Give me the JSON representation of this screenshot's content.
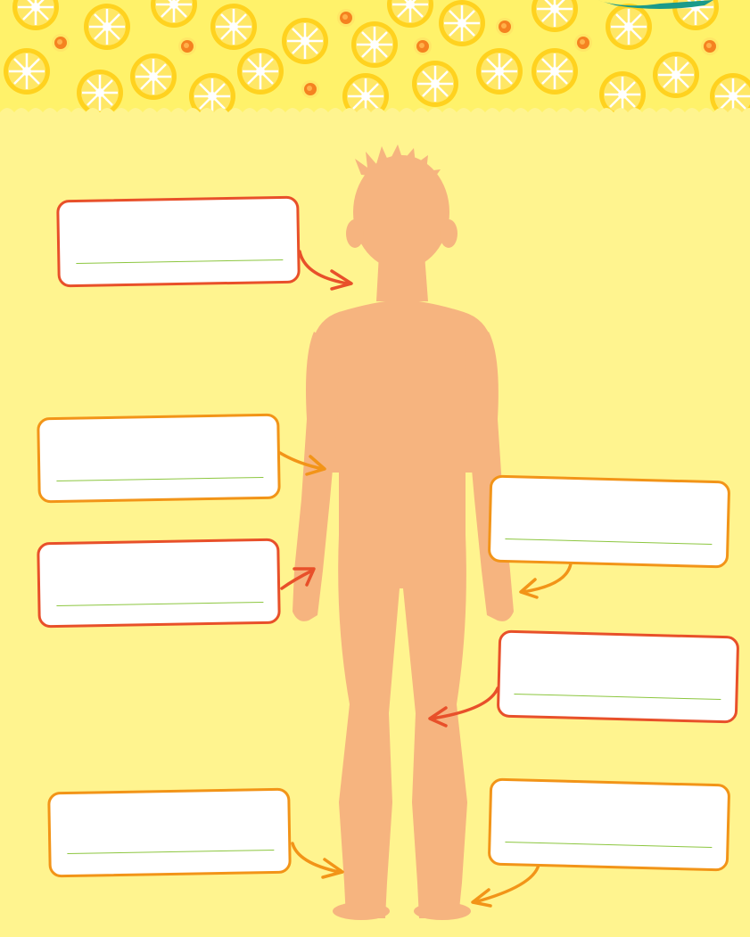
{
  "colors": {
    "background": "#fff48f",
    "banner": "#fff26a",
    "lemon": "#ffe033",
    "lemon_ring": "#ffd21f",
    "orange_dot": "#f58220",
    "skin": "#f6b47f",
    "box_red_border": "#e8502a",
    "box_orange_border": "#f29418",
    "writing_line": "#8cc63f"
  },
  "icons": {
    "banner_pattern": "lemon-slices-pattern",
    "figure": "human-body-silhouette"
  },
  "worksheet": {
    "labels": [
      {
        "id": "head",
        "style": "red",
        "answer": ""
      },
      {
        "id": "upper-arm",
        "style": "orange",
        "answer": ""
      },
      {
        "id": "hand-left",
        "style": "red",
        "answer": ""
      },
      {
        "id": "hand-right",
        "style": "orange",
        "answer": ""
      },
      {
        "id": "knee",
        "style": "red",
        "answer": ""
      },
      {
        "id": "foot-left",
        "style": "orange",
        "answer": ""
      },
      {
        "id": "foot-right",
        "style": "orange",
        "answer": ""
      }
    ]
  }
}
